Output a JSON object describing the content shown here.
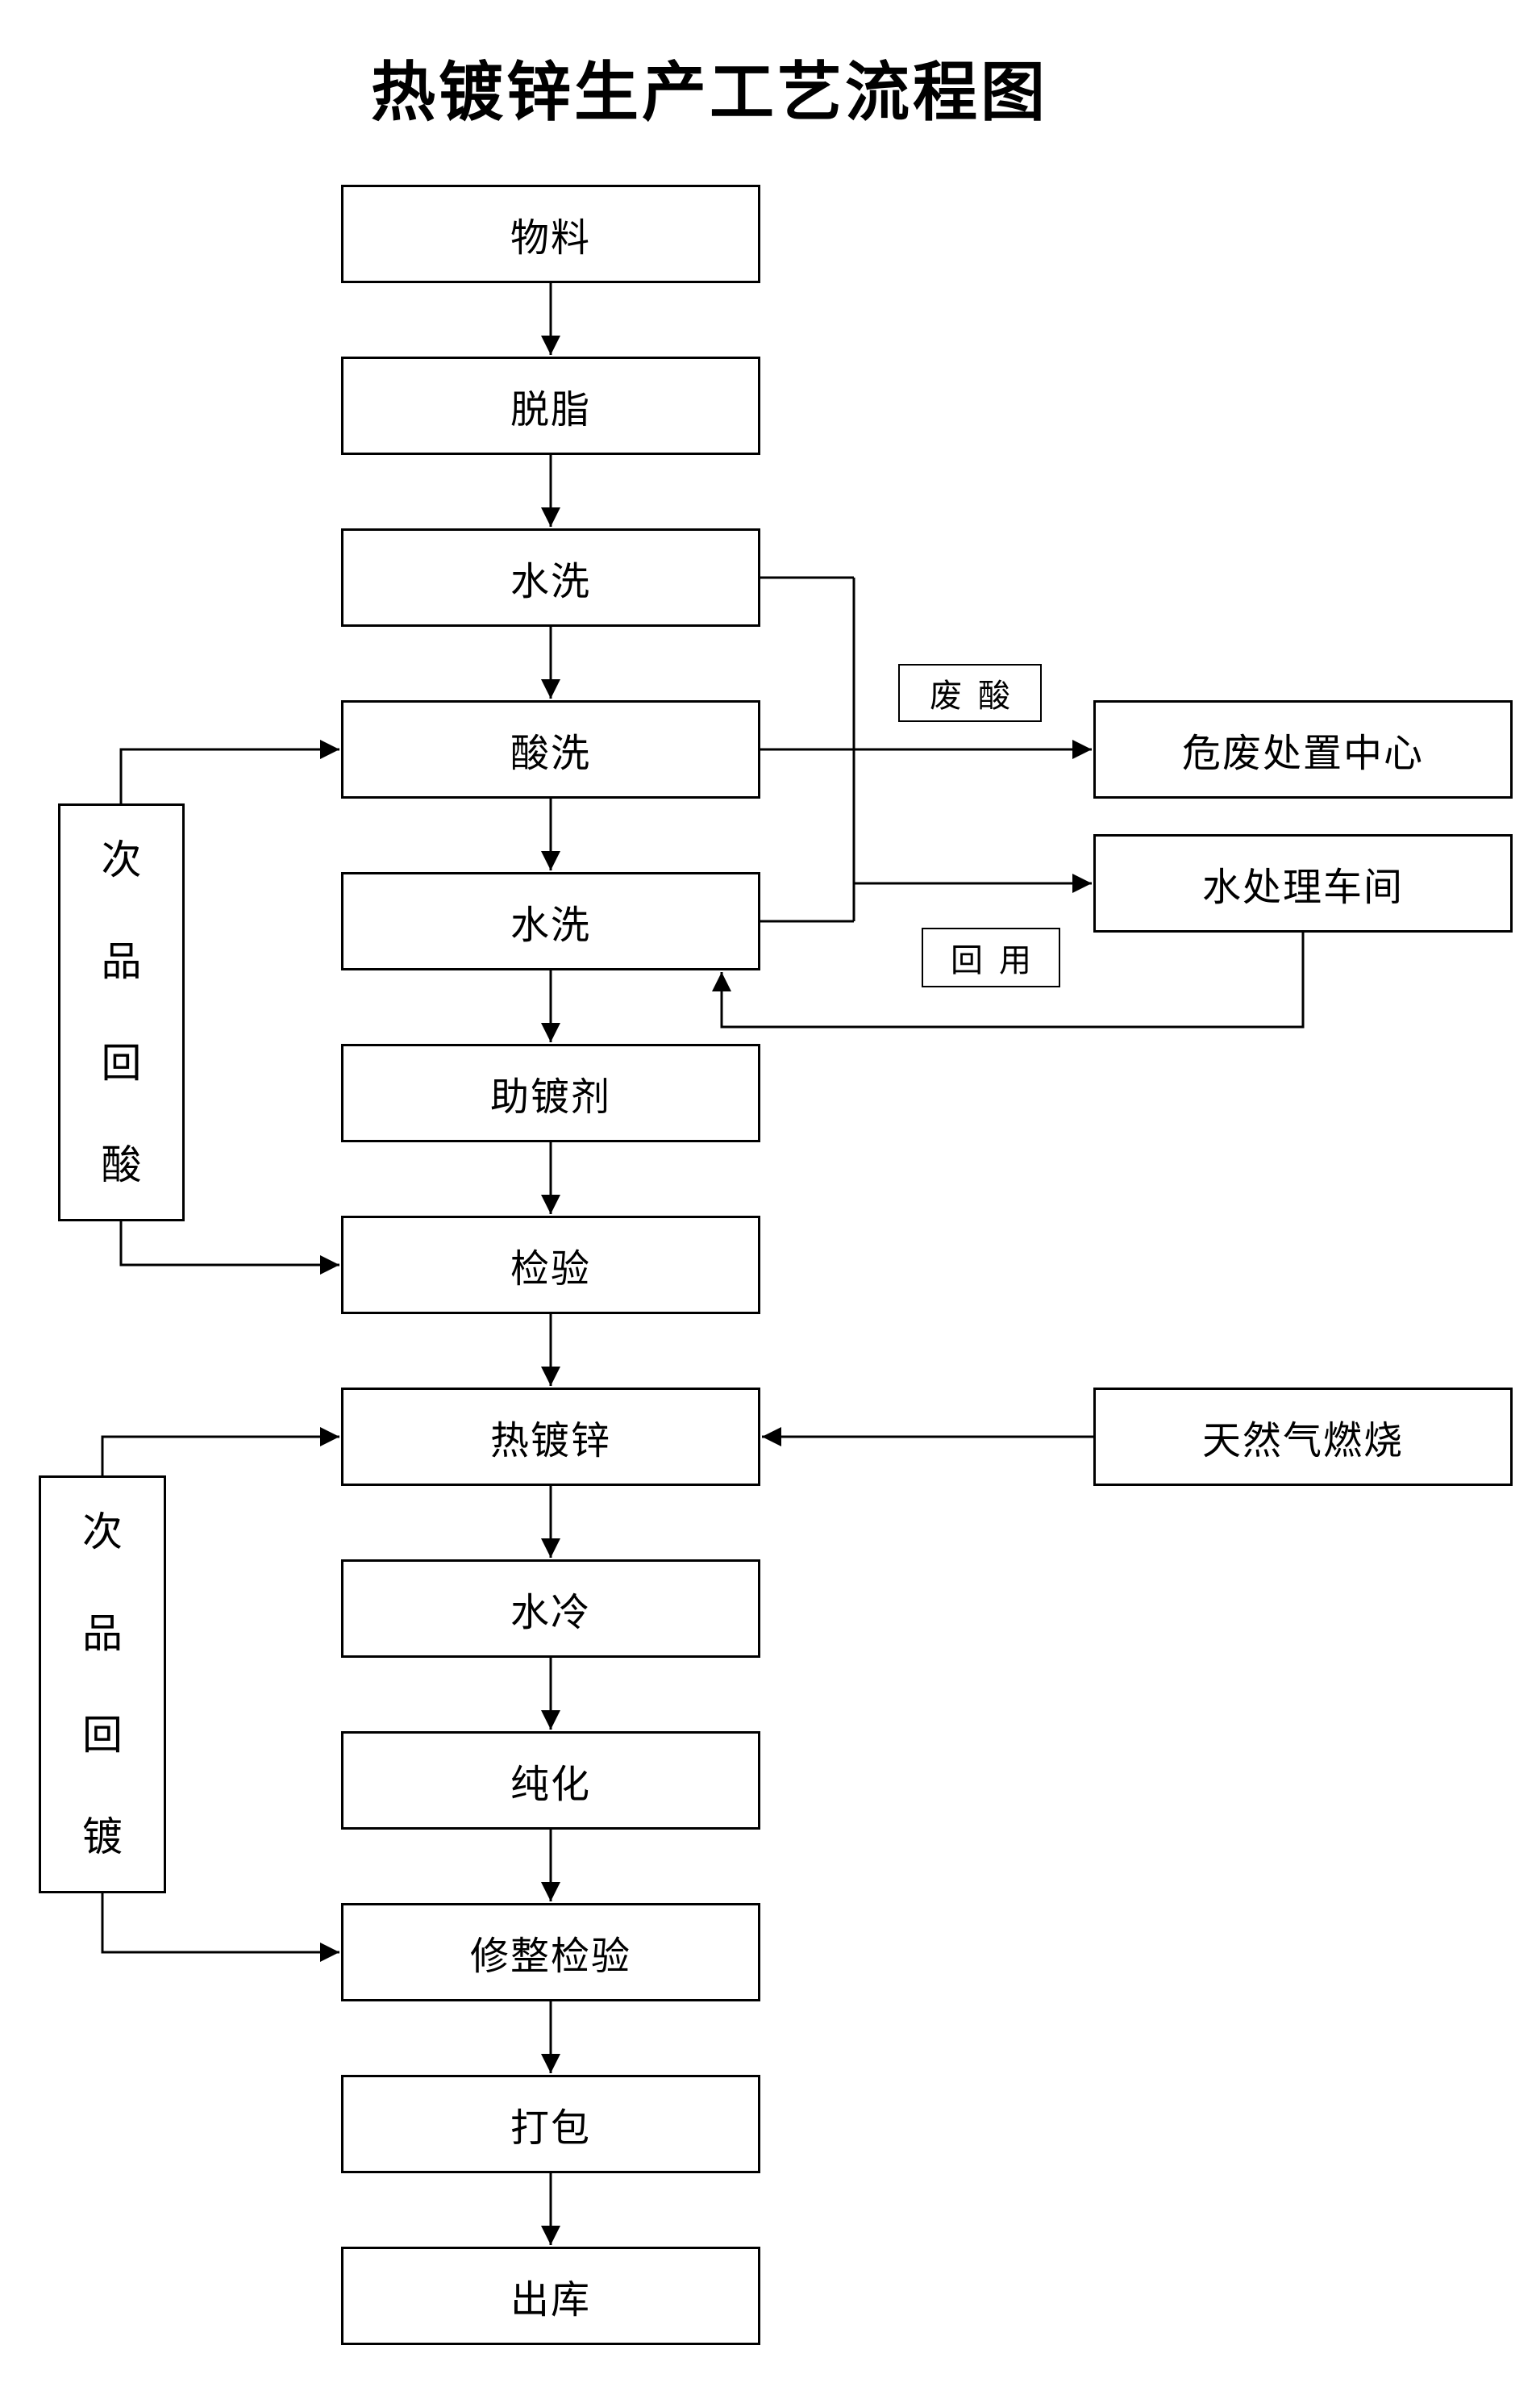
{
  "title": "热镀锌生产工艺流程图",
  "flow": {
    "steps": [
      {
        "id": "material",
        "label": "物料"
      },
      {
        "id": "degrease",
        "label": "脱脂"
      },
      {
        "id": "rinse-1",
        "label": "水洗"
      },
      {
        "id": "pickling",
        "label": "酸洗"
      },
      {
        "id": "rinse-2",
        "label": "水洗"
      },
      {
        "id": "flux",
        "label": "助镀剂"
      },
      {
        "id": "inspection",
        "label": "检验"
      },
      {
        "id": "galvanize",
        "label": "热镀锌"
      },
      {
        "id": "water-cool",
        "label": "水冷"
      },
      {
        "id": "passivation",
        "label": "纯化"
      },
      {
        "id": "trim-inspection",
        "label": "修整检验"
      },
      {
        "id": "packing",
        "label": "打包"
      },
      {
        "id": "outbound",
        "label": "出库"
      }
    ]
  },
  "side_nodes": {
    "reject_to_acid": "次品回酸",
    "reject_to_plating": "次品回镀",
    "hazardous_waste_center": "危废处置中心",
    "water_treatment_workshop": "水处理车间",
    "natural_gas_combustion": "天然气燃烧"
  },
  "annotations": {
    "waste_acid_label": "废  酸",
    "reuse_label": "回  用"
  },
  "edges": [
    {
      "from": "物料",
      "to": "脱脂"
    },
    {
      "from": "脱脂",
      "to": "水洗"
    },
    {
      "from": "水洗",
      "to": "酸洗"
    },
    {
      "from": "酸洗",
      "to": "水洗"
    },
    {
      "from": "水洗",
      "to": "助镀剂"
    },
    {
      "from": "助镀剂",
      "to": "检验"
    },
    {
      "from": "检验",
      "to": "热镀锌"
    },
    {
      "from": "热镀锌",
      "to": "水冷"
    },
    {
      "from": "水冷",
      "to": "纯化"
    },
    {
      "from": "纯化",
      "to": "修整检验"
    },
    {
      "from": "修整检验",
      "to": "打包"
    },
    {
      "from": "打包",
      "to": "出库"
    },
    {
      "from": "水洗/酸洗/水洗",
      "to": "危废处置中心",
      "label": "废  酸"
    },
    {
      "from": "水洗/酸洗/水洗",
      "to": "水处理车间"
    },
    {
      "from": "水处理车间",
      "to": "水洗",
      "label": "回  用"
    },
    {
      "from": "次品回酸",
      "to": "酸洗"
    },
    {
      "from": "检验",
      "to": "次品回酸"
    },
    {
      "from": "次品回镀",
      "to": "热镀锌"
    },
    {
      "from": "修整检验",
      "to": "次品回镀"
    },
    {
      "from": "天然气燃烧",
      "to": "热镀锌"
    }
  ],
  "colors": {
    "background": "#ffffff",
    "line": "#000000",
    "box_border": "#000000",
    "text": "#000000"
  }
}
